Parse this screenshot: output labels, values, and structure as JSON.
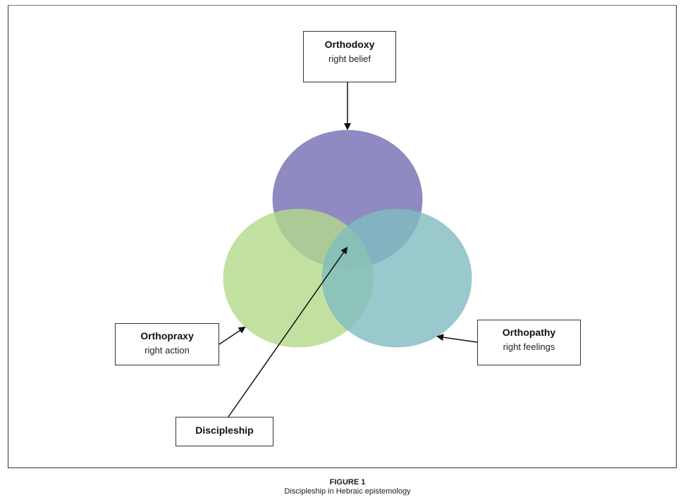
{
  "figure": {
    "label": "FIGURE 1",
    "caption": "Discipleship in Hebraic epistemology"
  },
  "circles": [
    {
      "id": "orthodoxy",
      "color": "#7b75b6"
    },
    {
      "id": "orthopraxy",
      "color": "#b3d98a"
    },
    {
      "id": "orthopathy",
      "color": "#7fbcbf"
    }
  ],
  "boxes": {
    "orthodoxy": {
      "title": "Orthodoxy",
      "subtitle": "right belief"
    },
    "orthopraxy": {
      "title": "Orthopraxy",
      "subtitle": "right action"
    },
    "orthopathy": {
      "title": "Orthopathy",
      "subtitle": "right feelings"
    },
    "discipleship": {
      "title": "Discipleship"
    }
  }
}
